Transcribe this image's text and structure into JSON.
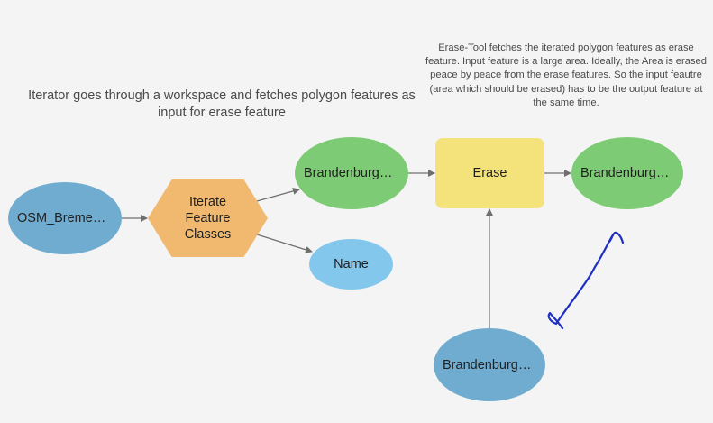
{
  "annotations": {
    "iterator_note": "Iterator goes through a workspace and fetches polygon features as input for erase feature",
    "erase_note": "Erase-Tool fetches the iterated polygon features as erase feature. Input feature is a large area. Ideally, the Area is erased peace by peace from the erase features. So the input feautre (area which should be erased) has to be the output feature at the same time."
  },
  "nodes": {
    "osm": "OSM_Bremen…",
    "iterator": "Iterate Feature Classes",
    "brandenburg_iter": "Brandenburg_…",
    "name": "Name",
    "erase": "Erase",
    "brandenburg_out": "Brandenburg_…",
    "brandenburg_in": "Brandenburg_…"
  },
  "colors": {
    "data_blue": "#70acd0",
    "iterator_orange": "#f1b96f",
    "output_green": "#7ecb75",
    "value_lightblue": "#84c7ec",
    "tool_yellow": "#f4e27a",
    "connector_gray": "#6f6f6f",
    "pen_annotation_blue": "#1f2fc4"
  }
}
